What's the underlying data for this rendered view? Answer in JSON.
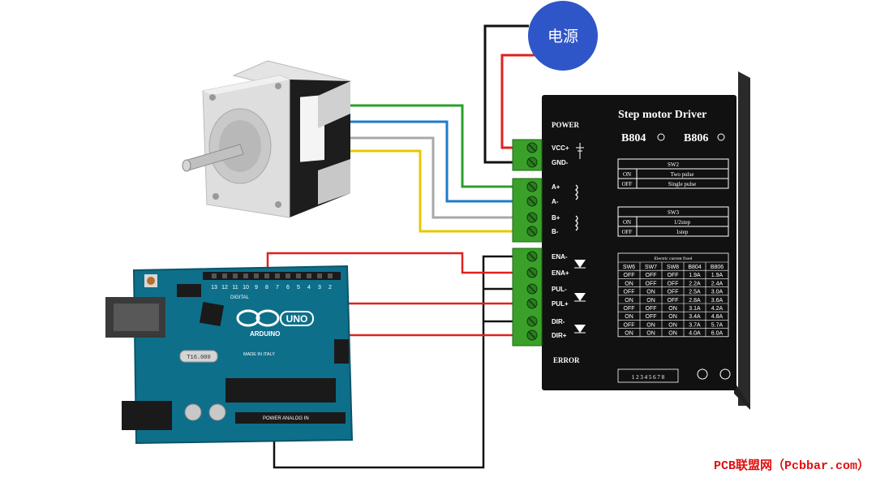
{
  "power_source": {
    "label": "电源",
    "fill": "#2f56c8"
  },
  "driver": {
    "title": "Step motor Driver",
    "power_label": "POWER",
    "model_a": "B804",
    "model_b": "B806",
    "error_label": "ERROR",
    "terminals": [
      "VCC+",
      "GND-",
      "A+",
      "A-",
      "B+",
      "B-",
      "ENA-",
      "ENA+",
      "PUL-",
      "PUL+",
      "DIR-",
      "DIR+"
    ],
    "sw2": {
      "title": "SW2",
      "rows": [
        [
          "ON",
          "Two pulse"
        ],
        [
          "OFF",
          "Single pulse"
        ]
      ]
    },
    "sw3": {
      "title": "SW3",
      "rows": [
        [
          "ON",
          "1/2step"
        ],
        [
          "OFF",
          "1step"
        ]
      ]
    },
    "current_table": {
      "title": "Electric current fixed",
      "headers": [
        "SW6",
        "SW7",
        "SW8",
        "B804",
        "B806"
      ],
      "rows": [
        [
          "OFF",
          "OFF",
          "OFF",
          "1.9A",
          "1.9A"
        ],
        [
          "ON",
          "OFF",
          "OFF",
          "2.2A",
          "2.4A"
        ],
        [
          "OFF",
          "ON",
          "OFF",
          "2.5A",
          "3.0A"
        ],
        [
          "ON",
          "ON",
          "OFF",
          "2.8A",
          "3.6A"
        ],
        [
          "OFF",
          "OFF",
          "ON",
          "3.1A",
          "4.2A"
        ],
        [
          "ON",
          "OFF",
          "ON",
          "3.4A",
          "4.8A"
        ],
        [
          "OFF",
          "ON",
          "ON",
          "3.7A",
          "5.7A"
        ],
        [
          "ON",
          "ON",
          "ON",
          "4.0A",
          "6.0A"
        ]
      ]
    },
    "dip_numbers": "1 2 3 4 5 6 7 8"
  },
  "arduino": {
    "brand": "ARDUINO",
    "model": "UNO",
    "digital_label": "DIGITAL",
    "power_label": "POWER",
    "analog_label": "ANALOG IN",
    "made_in": "MADE IN ITALY",
    "crystal": "T16.000",
    "pin_numbers": [
      "13",
      "12",
      "11",
      "10",
      "9",
      "8",
      "7",
      "6",
      "5",
      "4",
      "3",
      "2"
    ]
  },
  "wire_colors": {
    "red": "#e02020",
    "black": "#111111",
    "green": "#2aa02a",
    "blue": "#1e7ac8",
    "yellow": "#e8c800",
    "gray": "#a0a0a0"
  },
  "watermark": "PCB联盟网（Pcbbar.com）"
}
